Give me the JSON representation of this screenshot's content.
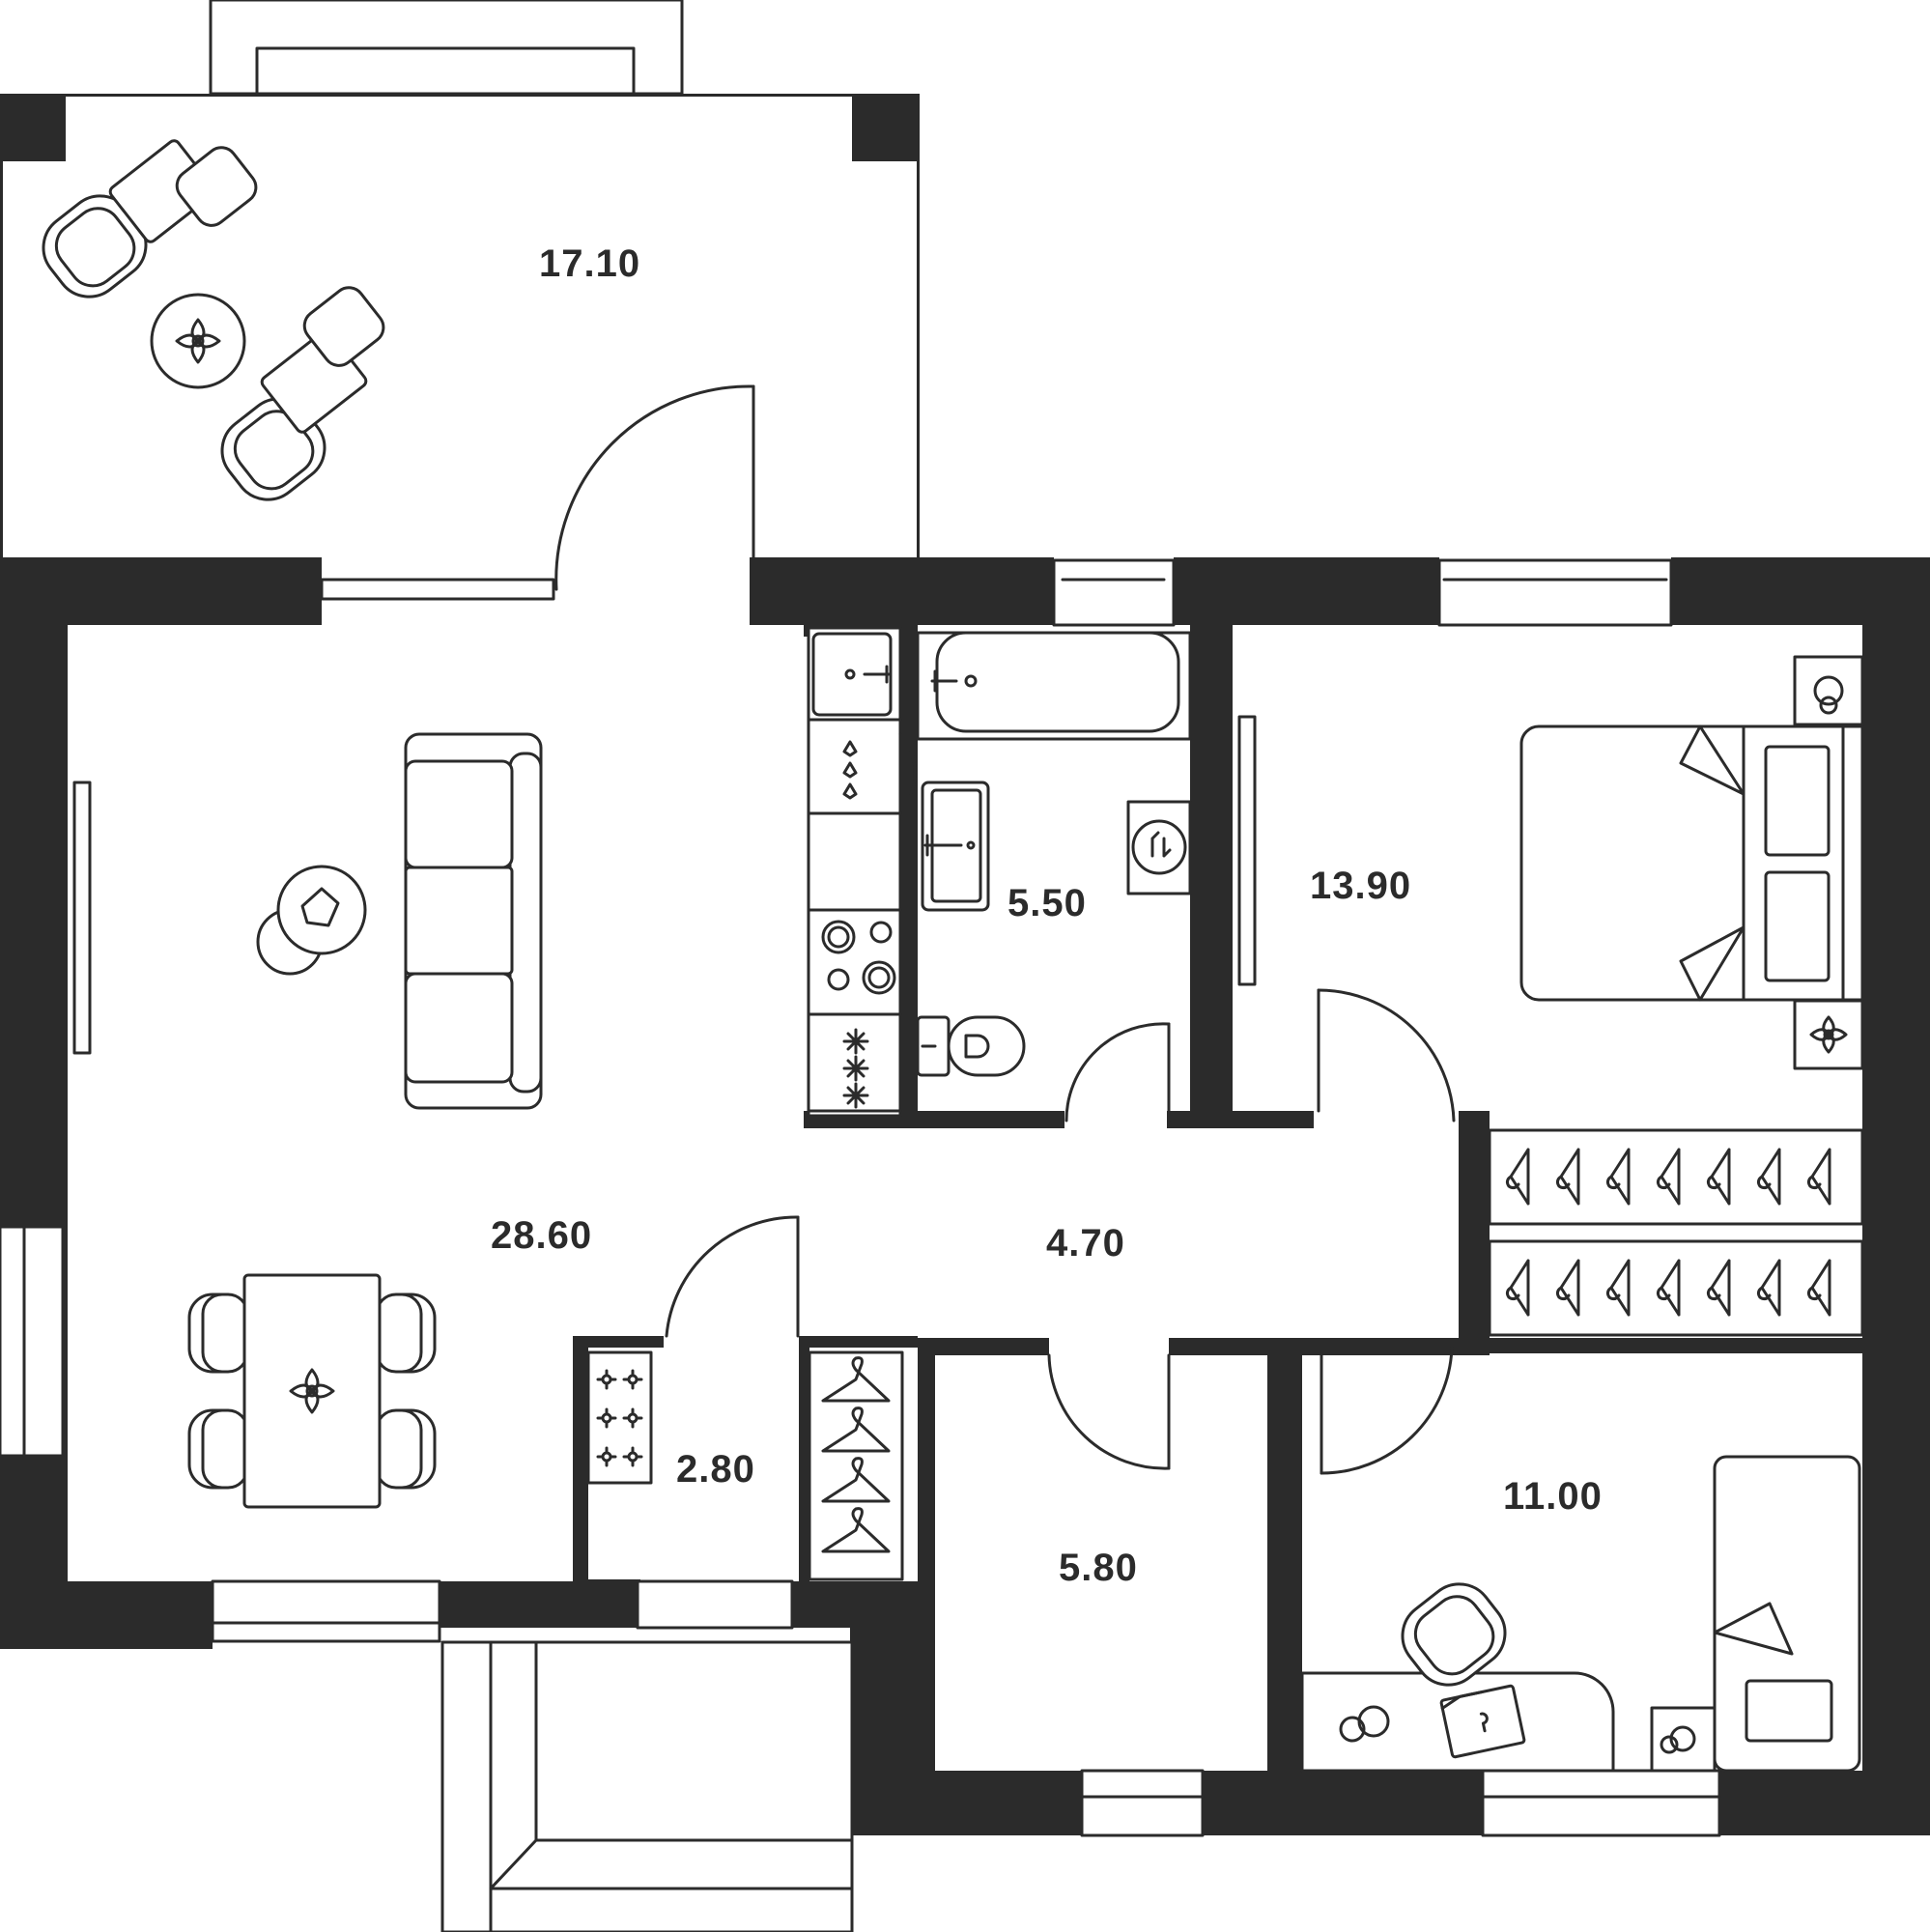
{
  "colors": {
    "wall": "#2b2b2b",
    "floor": "#ffffff",
    "line": "#2b2b2b"
  },
  "rooms": {
    "balcony_top": {
      "area": "17.10"
    },
    "living_room": {
      "area": "28.60"
    },
    "bathroom": {
      "area": "5.50"
    },
    "bedroom": {
      "area": "13.90"
    },
    "hallway": {
      "area": "4.70"
    },
    "closet": {
      "area": "2.80"
    },
    "storage": {
      "area": "5.80"
    },
    "second_room": {
      "area": "11.00"
    }
  },
  "icons": [
    "sofa-icon",
    "armchair-icon",
    "dining-table-icon",
    "bathtub-icon",
    "sink-icon",
    "toilet-icon",
    "washing-machine-icon",
    "stove-icon",
    "double-bed-icon",
    "wardrobe-icon",
    "desk-icon",
    "single-bed-icon",
    "flower-icon",
    "hanger-icon",
    "door-icon",
    "window-icon"
  ]
}
